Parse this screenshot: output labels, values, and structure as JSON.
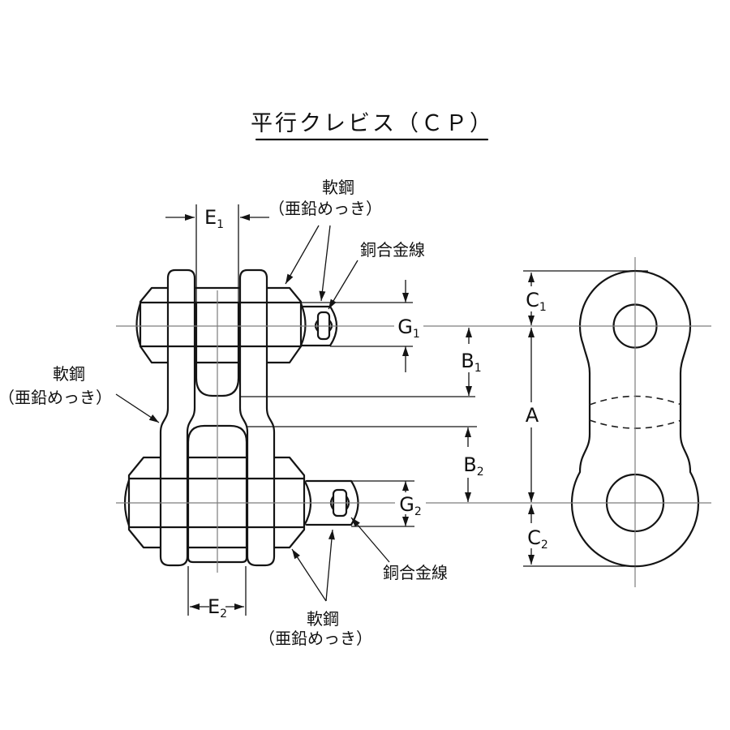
{
  "title": "平行クレビス（ＣＰ）",
  "labels": {
    "steel_top": {
      "line1": "軟鋼",
      "line2": "（亜鉛めっき）"
    },
    "steel_left": {
      "line1": "軟鋼",
      "line2": "（亜鉛めっき）"
    },
    "steel_bottom": {
      "line1": "軟鋼",
      "line2": "（亜鉛めっき）"
    },
    "copper_top": "銅合金線",
    "copper_bottom": "銅合金線"
  },
  "dimensions": {
    "e1": {
      "base": "E",
      "sub": "1"
    },
    "e2": {
      "base": "E",
      "sub": "2"
    },
    "g1": {
      "base": "G",
      "sub": "1"
    },
    "g2": {
      "base": "G",
      "sub": "2"
    },
    "b1": {
      "base": "B",
      "sub": "1"
    },
    "b2": {
      "base": "B",
      "sub": "2"
    },
    "c1": {
      "base": "C",
      "sub": "1"
    },
    "c2": {
      "base": "C",
      "sub": "2"
    },
    "a": {
      "base": "A",
      "sub": ""
    }
  },
  "colors": {
    "line": "#141414",
    "centerline": "#7d7d7d",
    "background": "#ffffff"
  }
}
